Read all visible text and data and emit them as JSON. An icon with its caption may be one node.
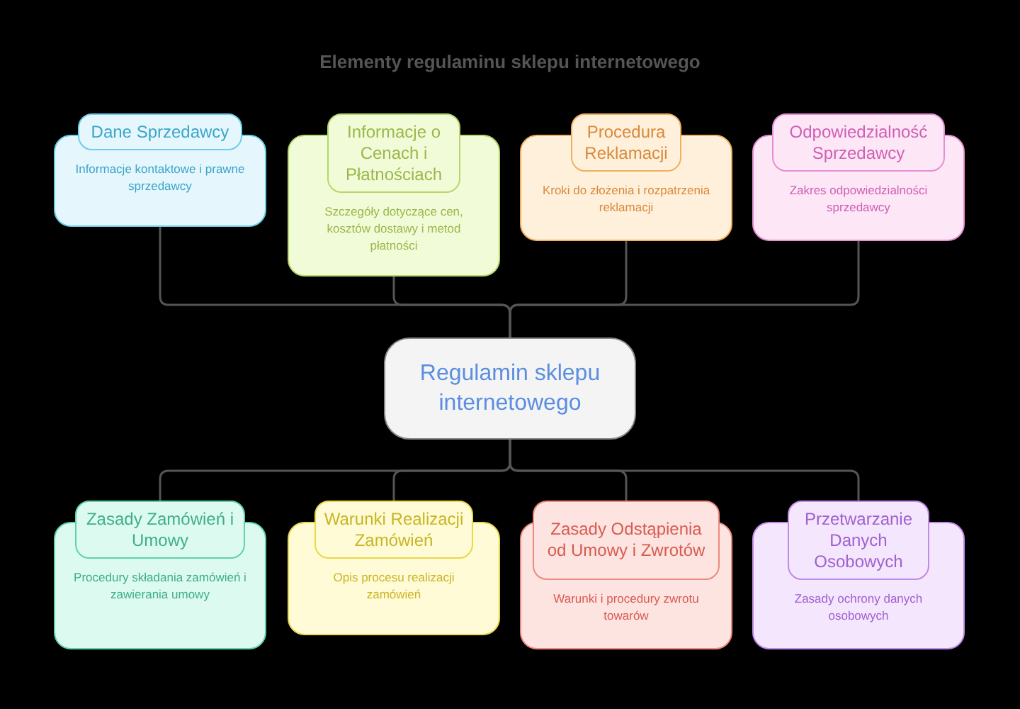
{
  "diagram": {
    "title": "Elementy regulaminu sklepu internetowego",
    "nodes": [
      {
        "text": [
          "Dane Sprzedawcy"
        ]
      },
      {
        "text": [
          "Informacje kontaktowe i prawne sprzedawcy"
        ]
      },
      {
        "text": [
          "Informacje o Cenach i Płatnościach"
        ]
      },
      {
        "text": [
          "Szczegóły dotyczące cen, kosztów dostawy i metod płatności"
        ]
      },
      {
        "text": [
          "Procedura Reklamacji"
        ]
      },
      {
        "text": [
          "Kroki do złożenia i rozpatrzenia reklamacji"
        ]
      },
      {
        "text": [
          "Odpowiedzialność Sprzedawcy"
        ]
      },
      {
        "text": [
          "Zakres odpowiedzialności sprzedawcy"
        ]
      },
      {
        "text": [
          "Regulamin sklepu internetowego"
        ]
      },
      {
        "text": [
          "Zasady Zamówień i Umowy"
        ]
      },
      {
        "text": [
          "Procedury składania zamówień i zawierania umowy"
        ]
      },
      {
        "text": [
          "Warunki Realizacji Zamówień"
        ]
      },
      {
        "text": [
          "Opis procesu realizacji zamówień"
        ]
      },
      {
        "text": [
          "Zasady Odstąpienia od Umowy i Zwrotów"
        ]
      },
      {
        "text": [
          "Warunki i procedury zwrotu towarów"
        ]
      },
      {
        "text": [
          "Przetwarzanie Danych Osobowych"
        ]
      },
      {
        "text": [
          "Zasady ochrony danych osobowych"
        ]
      }
    ],
    "edges": [
      {
        "from": 8,
        "to": 1,
        "arrow": "none"
      },
      {
        "from": 8,
        "to": 3,
        "arrow": "none"
      },
      {
        "from": 8,
        "to": 5,
        "arrow": "none"
      },
      {
        "from": 8,
        "to": 7,
        "arrow": "none"
      },
      {
        "from": 8,
        "to": 9,
        "arrow": "none"
      },
      {
        "from": 8,
        "to": 11,
        "arrow": "none"
      },
      {
        "from": 8,
        "to": 13,
        "arrow": "none"
      },
      {
        "from": 8,
        "to": 15,
        "arrow": "none"
      }
    ]
  }
}
